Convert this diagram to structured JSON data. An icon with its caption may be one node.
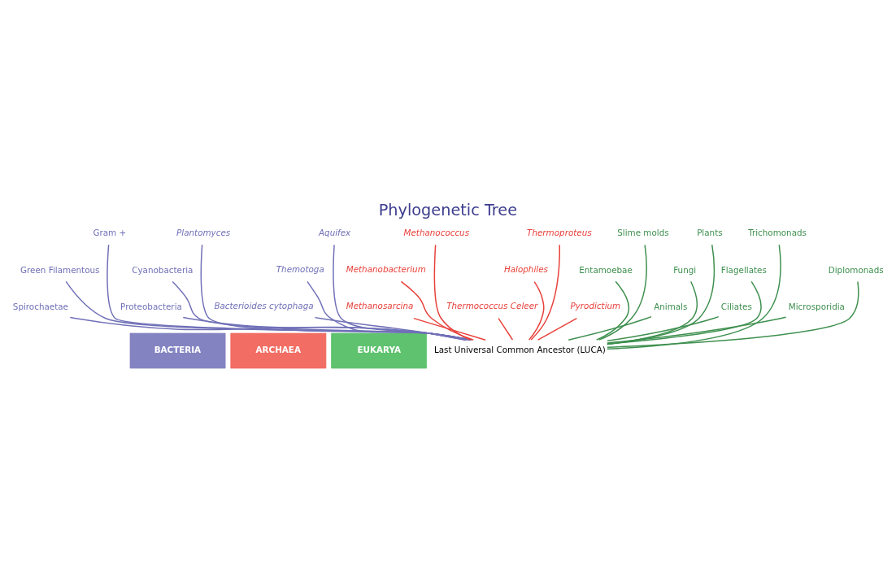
{
  "diagram": {
    "title": "Phylogenetic Tree",
    "nodes": [
      {
        "text": [
          "BACTERIA"
        ]
      },
      {
        "text": [
          "ARCHAEA"
        ]
      },
      {
        "text": [
          "EUKARYA"
        ]
      },
      {
        "text": [
          "Spirochaetae"
        ]
      },
      {
        "text": [
          "Green Filamentous"
        ]
      },
      {
        "text": [
          "Gram +"
        ]
      },
      {
        "text": [
          "Proteobacteria"
        ]
      },
      {
        "text": [
          "Cyanobacteria"
        ]
      },
      {
        "text": [
          "Plantomyces"
        ]
      },
      {
        "text": [
          "Bacterioides cytophaga"
        ]
      },
      {
        "text": [
          "Themotoga"
        ]
      },
      {
        "text": [
          "Aquifex"
        ]
      },
      {
        "text": [
          "Methanosarcina"
        ]
      },
      {
        "text": [
          "Methanobacterium"
        ]
      },
      {
        "text": [
          "Methanococcus"
        ]
      },
      {
        "text": [
          "Thermococcus Celeer"
        ]
      },
      {
        "text": [
          "Halophiles"
        ]
      },
      {
        "text": [
          "Thermoproteus"
        ]
      },
      {
        "text": [
          "Pyrodictium"
        ]
      },
      {
        "text": [
          "Entamoebae"
        ]
      },
      {
        "text": [
          "Slime molds"
        ]
      },
      {
        "text": [
          "Animals"
        ]
      },
      {
        "text": [
          "Fungi"
        ]
      },
      {
        "text": [
          "Plants"
        ]
      },
      {
        "text": [
          "Ciliates"
        ]
      },
      {
        "text": [
          "Flagellates"
        ]
      },
      {
        "text": [
          "Trichomonads"
        ]
      },
      {
        "text": [
          "Microsporidia"
        ]
      },
      {
        "text": [
          "Diplomonads"
        ]
      },
      {
        "text": [
          "Last Universal Common Ancestor (LUCA)"
        ]
      }
    ],
    "edges": [
      {
        "from": 29,
        "to": 3,
        "arrow": "none",
        "color": "#7070b8"
      },
      {
        "from": 29,
        "to": 4,
        "arrow": "none",
        "color": "#7070b8"
      },
      {
        "from": 29,
        "to": 5,
        "arrow": "none",
        "color": "#7070b8"
      },
      {
        "from": 29,
        "to": 6,
        "arrow": "none",
        "color": "#7070b8"
      },
      {
        "from": 29,
        "to": 7,
        "arrow": "none",
        "color": "#7070b8"
      },
      {
        "from": 29,
        "to": 8,
        "arrow": "none",
        "color": "#7070b8"
      },
      {
        "from": 29,
        "to": 9,
        "arrow": "none",
        "color": "#7070b8"
      },
      {
        "from": 29,
        "to": 10,
        "arrow": "none",
        "color": "#7070b8"
      },
      {
        "from": 29,
        "to": 11,
        "arrow": "none",
        "color": "#7070b8"
      },
      {
        "from": 29,
        "to": 12,
        "arrow": "none",
        "color": "#e8403a"
      },
      {
        "from": 29,
        "to": 13,
        "arrow": "none",
        "color": "#e8403a"
      },
      {
        "from": 29,
        "to": 14,
        "arrow": "none",
        "color": "#e8403a"
      },
      {
        "from": 29,
        "to": 15,
        "arrow": "none",
        "color": "#e8403a"
      },
      {
        "from": 29,
        "to": 16,
        "arrow": "none",
        "color": "#e8403a"
      },
      {
        "from": 29,
        "to": 17,
        "arrow": "none",
        "color": "#e8403a"
      },
      {
        "from": 29,
        "to": 18,
        "arrow": "none",
        "color": "#e8403a"
      },
      {
        "from": 29,
        "to": 19,
        "arrow": "none",
        "color": "#3d8f4e"
      },
      {
        "from": 29,
        "to": 20,
        "arrow": "none",
        "color": "#3d8f4e"
      },
      {
        "from": 29,
        "to": 21,
        "arrow": "none",
        "color": "#3d8f4e"
      },
      {
        "from": 29,
        "to": 22,
        "arrow": "none",
        "color": "#3d8f4e"
      },
      {
        "from": 29,
        "to": 23,
        "arrow": "none",
        "color": "#3d8f4e"
      },
      {
        "from": 29,
        "to": 24,
        "arrow": "none",
        "color": "#3d8f4e"
      },
      {
        "from": 29,
        "to": 25,
        "arrow": "none",
        "color": "#3d8f4e"
      },
      {
        "from": 29,
        "to": 26,
        "arrow": "none",
        "color": "#3d8f4e"
      },
      {
        "from": 29,
        "to": 27,
        "arrow": "none",
        "color": "#3d8f4e"
      },
      {
        "from": 29,
        "to": 28,
        "arrow": "none",
        "color": "#3d8f4e"
      }
    ]
  }
}
